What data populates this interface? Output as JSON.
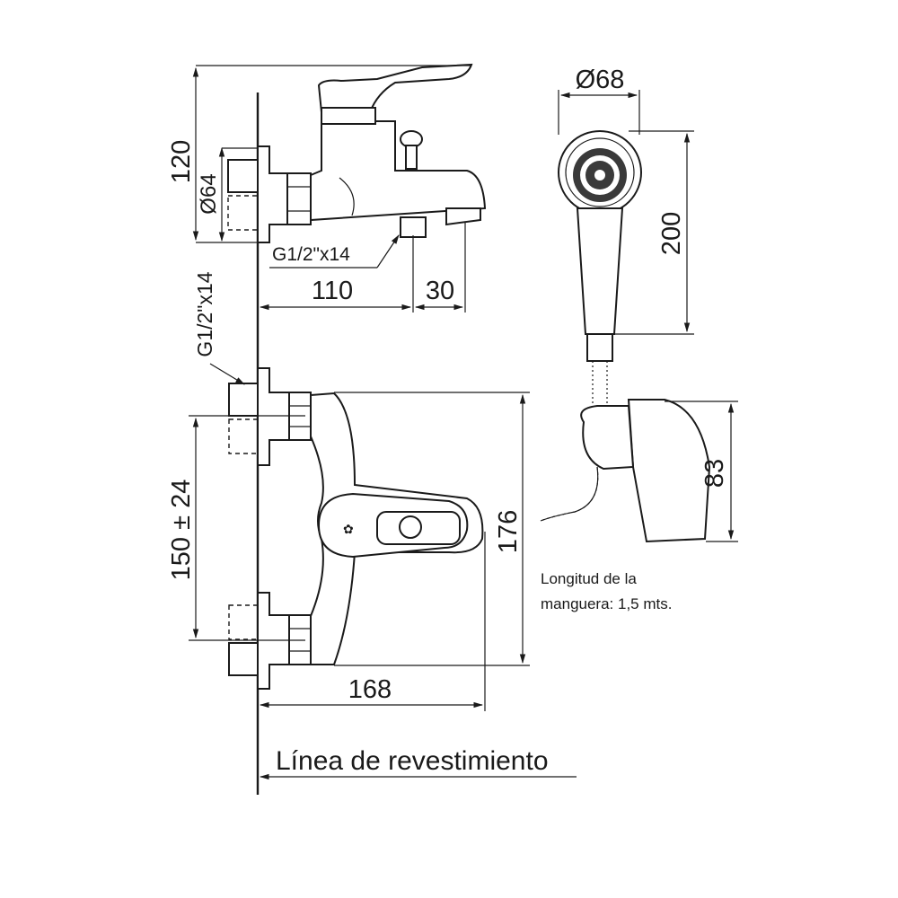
{
  "dimensions": {
    "height_total": "120",
    "inlet_dia": "Ø64",
    "thread_top": "G1/2\"x14",
    "thread_side": "G1/2\"x14",
    "depth": "110",
    "spout_offset": "30",
    "showerhead_dia": "Ø68",
    "showerhead_len": "200",
    "holder_height": "83",
    "center_distance": "150 ± 24",
    "body_height": "176",
    "body_width": "168"
  },
  "notes": {
    "hose_line1": "Longitud de la",
    "hose_line2": "manguera: 1,5 mts.",
    "wall_line": "Línea de revestimiento"
  }
}
